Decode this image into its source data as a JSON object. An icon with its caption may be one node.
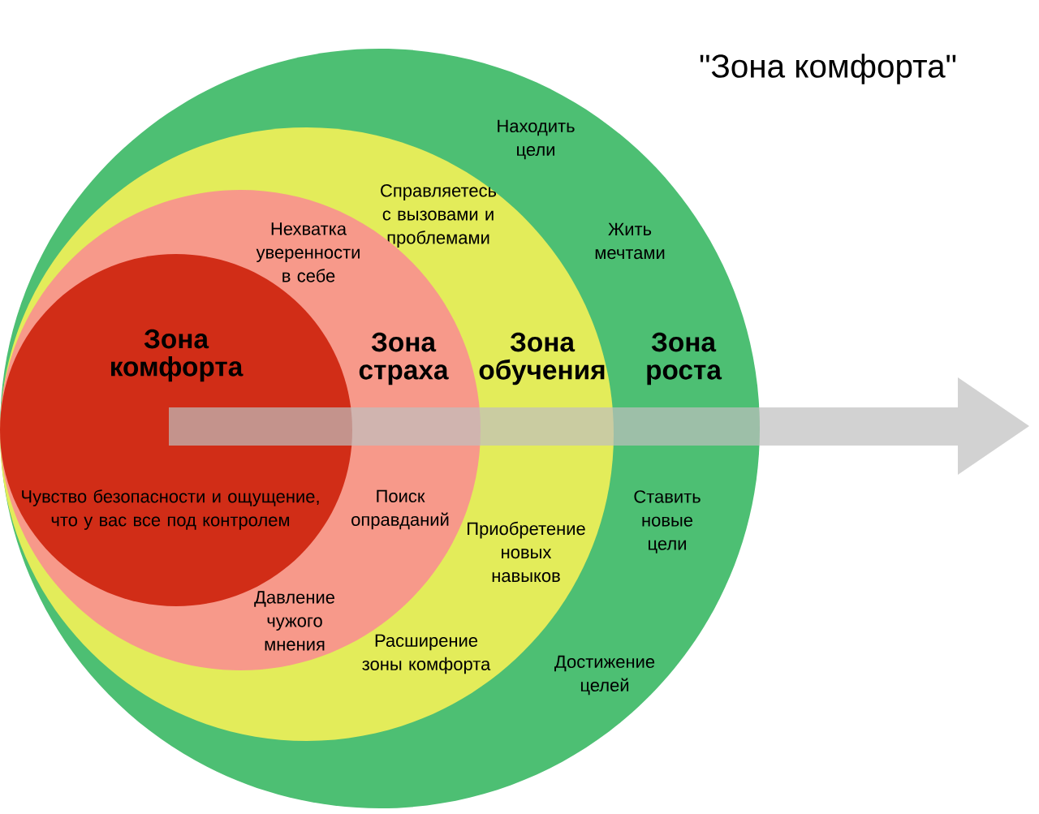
{
  "diagram": {
    "title": "\"Зона комфорта\"",
    "nodes": [
      {
        "text": [
          "Зона роста",
          "Находить цели",
          "Жить мечтами",
          "Ставить новые цели",
          "Достижение целей"
        ]
      },
      {
        "text": [
          "Зона обучения",
          "Справляетесь с вызовами и проблемами",
          "Приобретение новых навыков",
          "Расширение зоны комфорта"
        ],
        "in": 0
      },
      {
        "text": [
          "Зона страха",
          "Нехватка уверенности в себе",
          "Поиск оправданий",
          "Давление чужого мнения"
        ],
        "in": 1
      },
      {
        "text": [
          "Зона комфорта",
          "Чувство безопасности и ощущение, что у вас все под контролем"
        ],
        "in": 2
      }
    ]
  }
}
